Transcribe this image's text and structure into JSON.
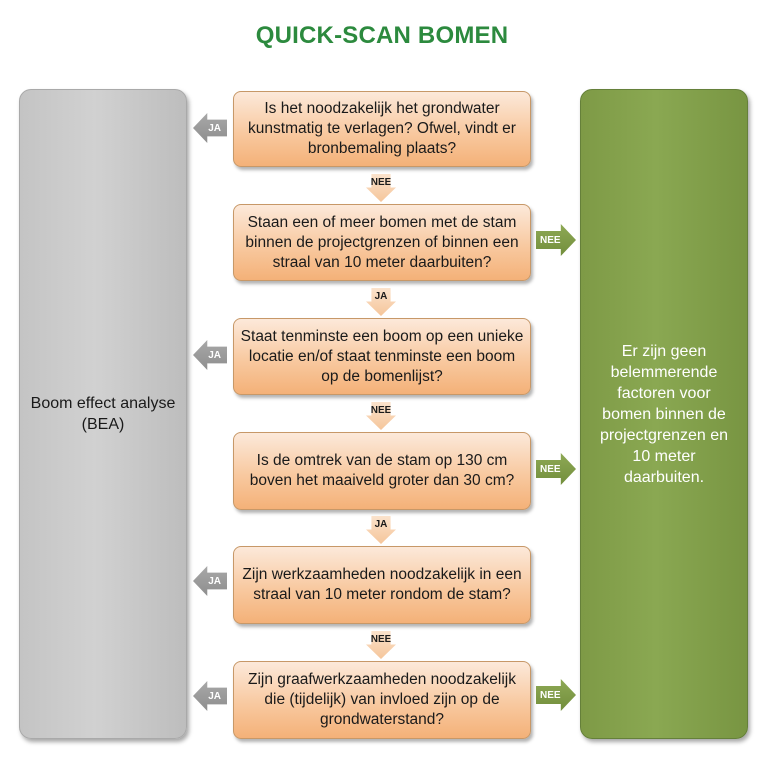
{
  "title": "QUICK-SCAN BOMEN",
  "left_box": {
    "text": "Boom effect analyse (BEA)"
  },
  "right_box": {
    "text": "Er zijn geen belemmerende factoren voor bomen binnen de projectgrenzen en 10 meter daarbuiten."
  },
  "questions": [
    "Is het noodzakelijk het grondwater kunstmatig te verlagen? Ofwel, vindt er bronbemaling plaats?",
    "Staan een of meer bomen met de stam binnen de projectgrenzen of binnen een straal van 10 meter daarbuiten?",
    "Staat tenminste een boom op een unieke locatie en/of staat tenminste een boom op de bomenlijst?",
    "Is de omtrek van de stam op 130 cm boven het maaiveld groter dan 30 cm?",
    "Zijn werkzaamheden noodzakelijk in een straal van 10 meter rondom de stam?",
    "Zijn graafwerkzaamheden noodzakelijk die (tijdelijk) van invloed zijn op de grondwaterstand?"
  ],
  "down_arrows": [
    "NEE",
    "JA",
    "NEE",
    "JA",
    "NEE"
  ],
  "left_arrows": [
    "JA",
    "JA",
    "JA",
    "JA"
  ],
  "right_arrows": [
    "NEE",
    "NEE",
    "NEE"
  ],
  "colors": {
    "title": "#2c8a3e",
    "question_fill": "#f8c9a0",
    "left_panel": "#c9c9c9",
    "right_panel": "#84a14c",
    "left_arrow": "#9a9a9a",
    "right_arrow": "#7f9b47"
  }
}
